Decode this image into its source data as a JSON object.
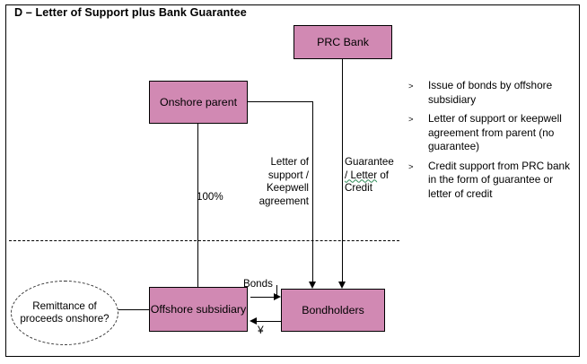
{
  "slide": {
    "title": "D – Letter of Support plus Bank Guarantee"
  },
  "boxes": {
    "prc_bank": "PRC Bank",
    "onshore_parent": "Onshore parent",
    "offshore_subsidiary": "Offshore subsidiary",
    "bondholders": "Bondholders",
    "remittance_bubble": "Remittance of proceeds onshore?"
  },
  "connector_labels": {
    "ownership": "100%",
    "letter_of_support": "Letter of support / Keepwell agreement",
    "guarantee_part1": "Guarantee",
    "guarantee_part2": "/ Letter",
    "guarantee_part3": " of Credit",
    "bonds": "Bonds",
    "yen": "¥"
  },
  "legend": {
    "marker": ">",
    "items": [
      "Issue of bonds by offshore subsidiary",
      "Letter of support or keepwell agreement from parent (no guarantee)",
      "Credit support  from PRC bank in the form of guarantee or letter of credit"
    ]
  },
  "colors": {
    "entity_fill": "#d189b3",
    "border": "#000000",
    "spellcheck_underline": "#2e8b57"
  }
}
